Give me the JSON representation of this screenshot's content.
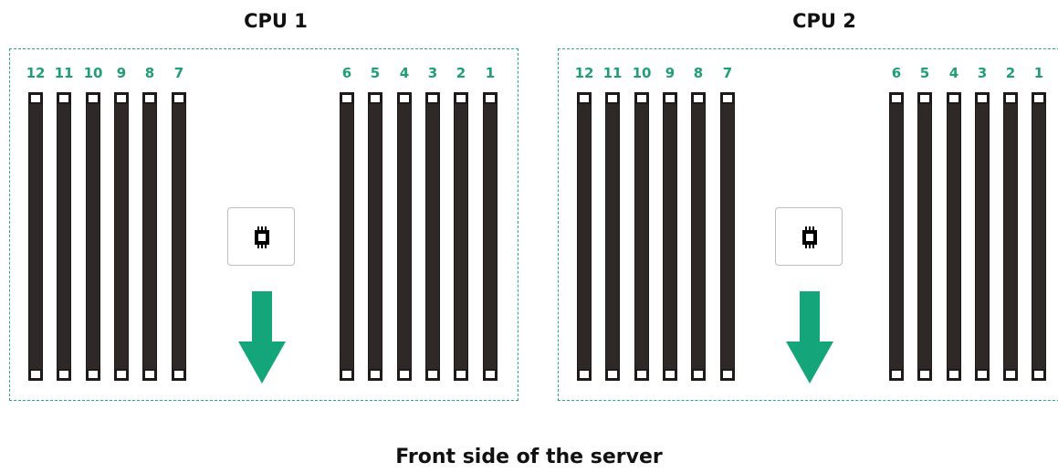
{
  "cpus": [
    {
      "label": "CPU 1",
      "slots_left": [
        "12",
        "11",
        "10",
        "9",
        "8",
        "7"
      ],
      "slots_right": [
        "6",
        "5",
        "4",
        "3",
        "2",
        "1"
      ]
    },
    {
      "label": "CPU 2",
      "slots_left": [
        "12",
        "11",
        "10",
        "9",
        "8",
        "7"
      ],
      "slots_right": [
        "6",
        "5",
        "4",
        "3",
        "2",
        "1"
      ]
    }
  ],
  "footer": "Front side of the server",
  "icons": {
    "processor": "cpu-chip-icon",
    "direction": "arrow-down-icon"
  },
  "colors": {
    "accent": "#1f9e77",
    "arrow": "#15a57a",
    "dimm": "#2e2826",
    "border": "#2aa884"
  }
}
